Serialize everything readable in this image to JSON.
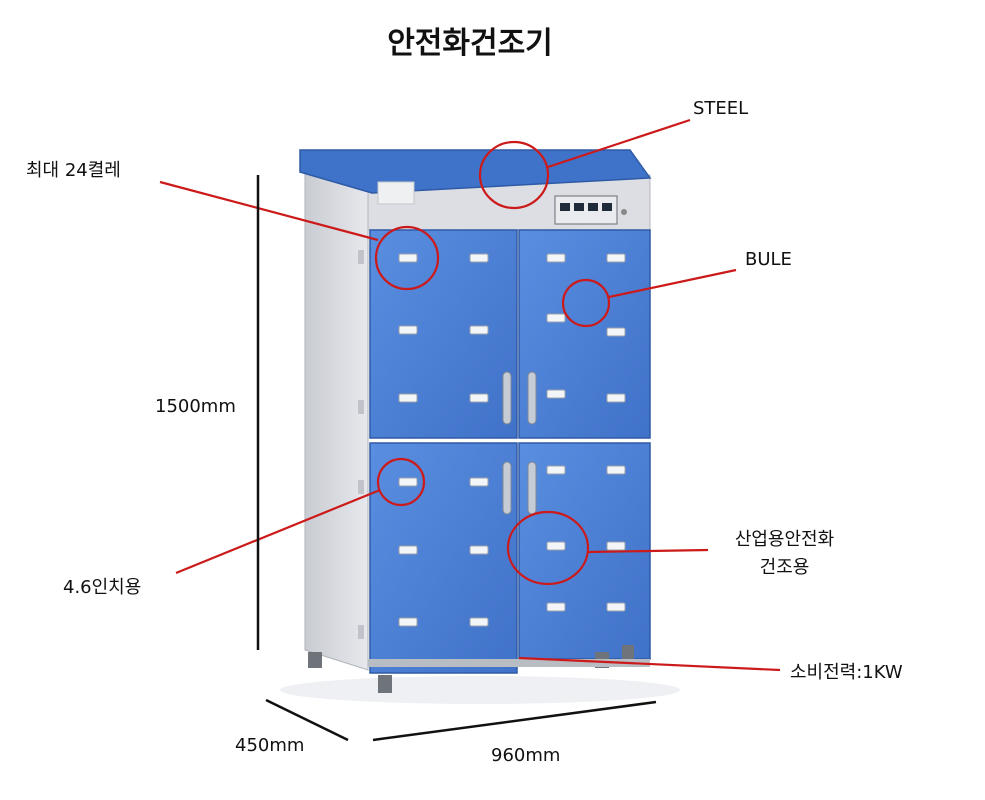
{
  "title": "안전화건조기",
  "labels": {
    "steel": "STEEL",
    "capacity": "최대 24켤레",
    "color": "BULE",
    "height": "1500mm",
    "size_compat": "4.6인치용",
    "industrial_line1": "산업용안전화",
    "industrial_line2": "건조용",
    "power": "소비전력:1KW",
    "depth": "450mm",
    "width": "960mm"
  },
  "colors": {
    "cabinet_blue": "#4a7fd6",
    "lid_blue": "#3f73c9",
    "body_gray": "#d9dbe0",
    "callout_red": "#cc1a1a"
  }
}
